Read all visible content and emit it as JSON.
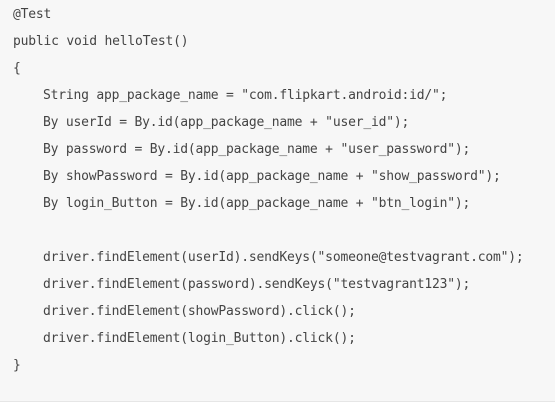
{
  "code": {
    "lines": [
      {
        "indent": 0,
        "text": "@Test"
      },
      {
        "indent": 0,
        "text": "public void helloTest()"
      },
      {
        "indent": 0,
        "text": "{"
      },
      {
        "indent": 1,
        "text": "String app_package_name = \"com.flipkart.android:id/\";"
      },
      {
        "indent": 1,
        "text": "By userId = By.id(app_package_name + \"user_id\");"
      },
      {
        "indent": 1,
        "text": "By password = By.id(app_package_name + \"user_password\");"
      },
      {
        "indent": 1,
        "text": "By showPassword = By.id(app_package_name + \"show_password\");"
      },
      {
        "indent": 1,
        "text": "By login_Button = By.id(app_package_name + \"btn_login\");"
      },
      {
        "indent": 1,
        "text": ""
      },
      {
        "indent": 1,
        "text": "driver.findElement(userId).sendKeys(\"someone@testvagrant.com\");"
      },
      {
        "indent": 1,
        "text": "driver.findElement(password).sendKeys(\"testvagrant123\");"
      },
      {
        "indent": 1,
        "text": "driver.findElement(showPassword).click();"
      },
      {
        "indent": 1,
        "text": "driver.findElement(login_Button).click();"
      },
      {
        "indent": 0,
        "text": ""
      },
      {
        "indent": 0,
        "text": "}"
      }
    ]
  }
}
